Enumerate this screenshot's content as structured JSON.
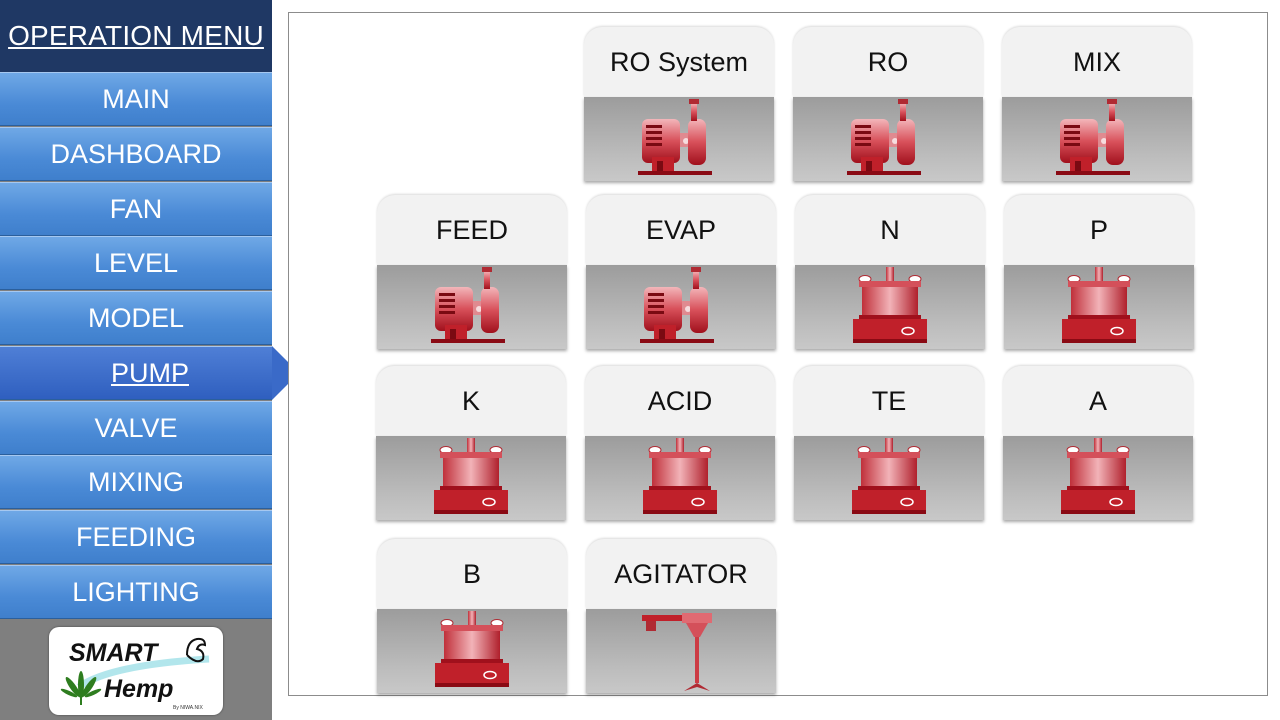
{
  "sidebar": {
    "header": "OPERATION MENU",
    "items": [
      {
        "label": "MAIN",
        "active": false
      },
      {
        "label": "DASHBOARD",
        "active": false
      },
      {
        "label": "FAN",
        "active": false
      },
      {
        "label": "LEVEL",
        "active": false
      },
      {
        "label": "MODEL",
        "active": false
      },
      {
        "label": "PUMP",
        "active": true
      },
      {
        "label": "VALVE",
        "active": false
      },
      {
        "label": "MIXING",
        "active": false
      },
      {
        "label": "FEEDING",
        "active": false
      },
      {
        "label": "LIGHTING",
        "active": false
      }
    ],
    "logo": {
      "line1": "SMART",
      "line2": "Hemp",
      "tagline": "By NIWA.NIX"
    }
  },
  "pumps": [
    {
      "label": "RO System",
      "icon": "centrifugal-pump-icon"
    },
    {
      "label": "RO",
      "icon": "centrifugal-pump-icon"
    },
    {
      "label": "MIX",
      "icon": "centrifugal-pump-icon"
    },
    {
      "label": "FEED",
      "icon": "centrifugal-pump-icon"
    },
    {
      "label": "EVAP",
      "icon": "centrifugal-pump-icon"
    },
    {
      "label": "N",
      "icon": "dosing-pump-icon"
    },
    {
      "label": "P",
      "icon": "dosing-pump-icon"
    },
    {
      "label": "K",
      "icon": "dosing-pump-icon"
    },
    {
      "label": "ACID",
      "icon": "dosing-pump-icon"
    },
    {
      "label": "TE",
      "icon": "dosing-pump-icon"
    },
    {
      "label": "A",
      "icon": "dosing-pump-icon"
    },
    {
      "label": "B",
      "icon": "dosing-pump-icon"
    },
    {
      "label": "AGITATOR",
      "icon": "agitator-icon"
    }
  ],
  "colors": {
    "menu_header": "#1f3864",
    "menu_item": "#4a8ad6",
    "menu_active": "#2f5fbf",
    "pump_red": "#c0202a"
  }
}
